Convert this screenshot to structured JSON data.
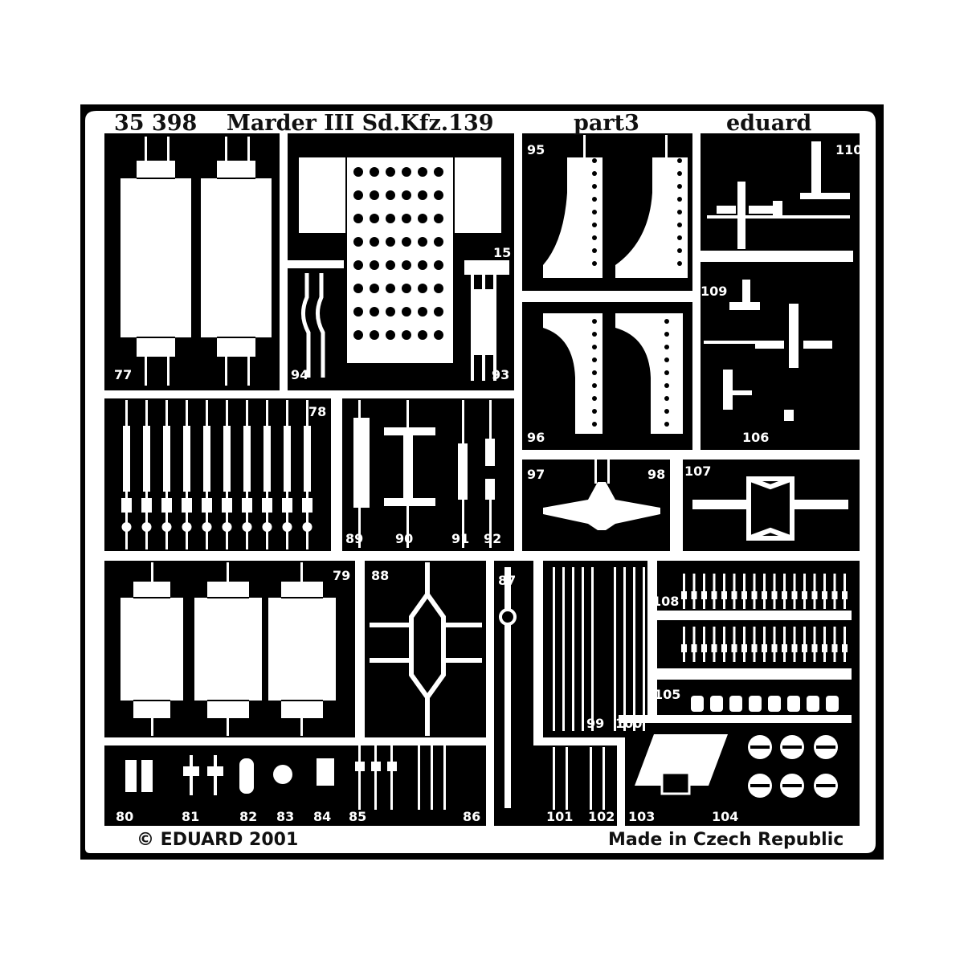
{
  "fret": {
    "header": {
      "kit_number": "35 398",
      "title": "Marder III Sd.Kfz.139",
      "part": "part3",
      "brand": "eduard"
    },
    "footer": {
      "copyright": "© EDUARD 2001",
      "origin": "Made in Czech Republic"
    },
    "part_numbers": [
      "77",
      "78",
      "79",
      "80",
      "81",
      "82",
      "83",
      "84",
      "85",
      "86",
      "87",
      "88",
      "89",
      "90",
      "91",
      "92",
      "93",
      "94",
      "95",
      "96",
      "97",
      "98",
      "99",
      "100",
      "101",
      "102",
      "103",
      "104",
      "105",
      "106",
      "107",
      "108",
      "109",
      "110",
      "15"
    ],
    "colors": {
      "background": "#ffffff",
      "fret_metal": "#000000",
      "etched_parts": "#ffffff",
      "outline": "#111111"
    }
  }
}
